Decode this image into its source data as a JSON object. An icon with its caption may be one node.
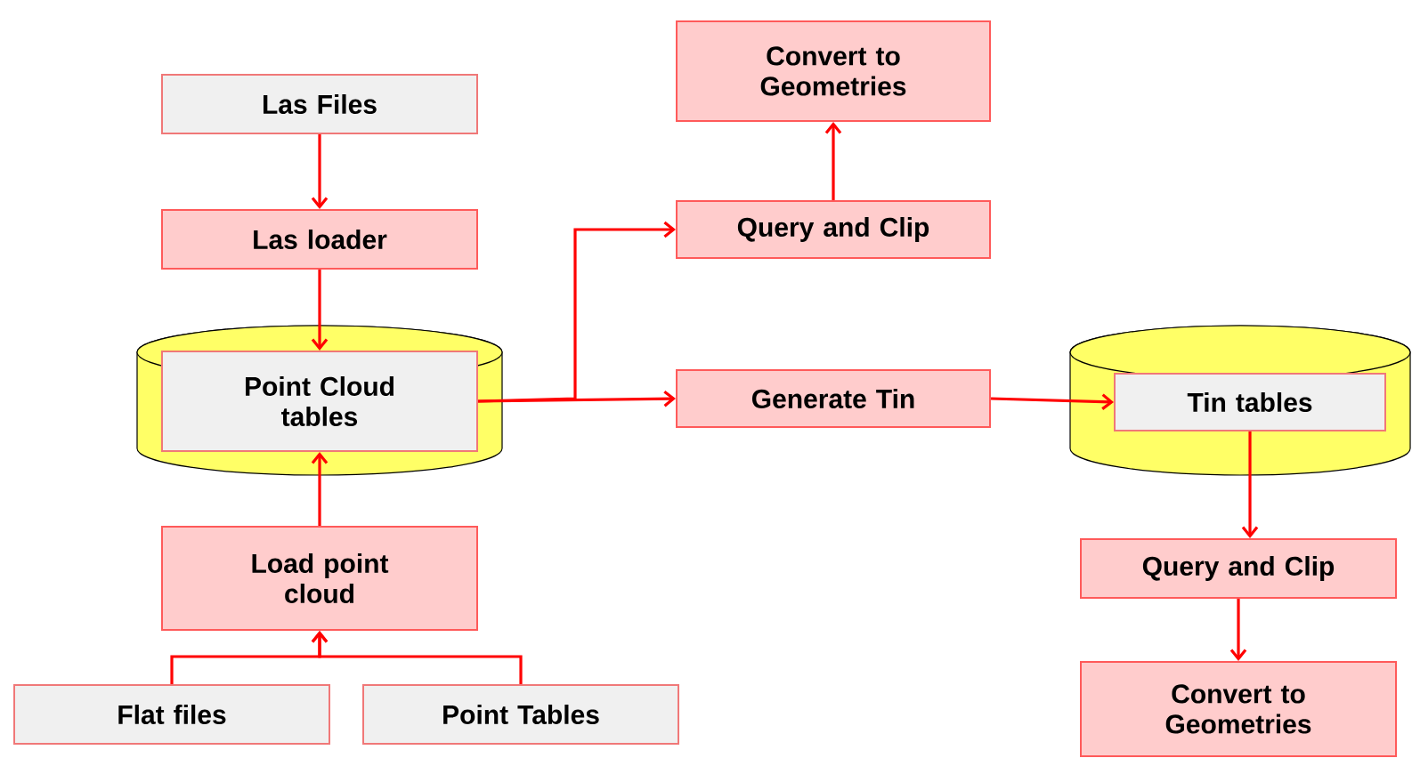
{
  "diagram": {
    "nodes": [
      {
        "text": [
          "Las Files"
        ]
      },
      {
        "text": [
          "Las loader"
        ]
      },
      {
        "text": [],
        "shape": "cylinder"
      },
      {
        "text": [
          "Point Cloud tables"
        ],
        "in": 2
      },
      {
        "text": [
          "Load point cloud"
        ]
      },
      {
        "text": [
          "Flat files"
        ]
      },
      {
        "text": [
          "Point Tables"
        ]
      },
      {
        "text": [
          "Convert to Geometries"
        ]
      },
      {
        "text": [
          "Query and Clip"
        ]
      },
      {
        "text": [
          "Generate Tin"
        ]
      },
      {
        "text": [],
        "shape": "cylinder"
      },
      {
        "text": [
          "Tin tables"
        ],
        "in": 10
      },
      {
        "text": [
          "Query and Clip"
        ]
      },
      {
        "text": [
          "Convert to Geometries"
        ]
      }
    ],
    "edges": [
      {
        "from": 0,
        "to": 1,
        "arrow": "to"
      },
      {
        "from": 1,
        "to": 3,
        "arrow": "to"
      },
      {
        "from": 4,
        "to": 3,
        "arrow": "to"
      },
      {
        "from": 5,
        "to": 4,
        "arrow": "to"
      },
      {
        "from": 6,
        "to": 4,
        "arrow": "to"
      },
      {
        "from": 3,
        "to": 8,
        "arrow": "to"
      },
      {
        "from": 3,
        "to": 9,
        "arrow": "to"
      },
      {
        "from": 8,
        "to": 7,
        "arrow": "to"
      },
      {
        "from": 9,
        "to": 11,
        "arrow": "to"
      },
      {
        "from": 11,
        "to": 12,
        "arrow": "to"
      },
      {
        "from": 12,
        "to": 13,
        "arrow": "to"
      }
    ]
  }
}
